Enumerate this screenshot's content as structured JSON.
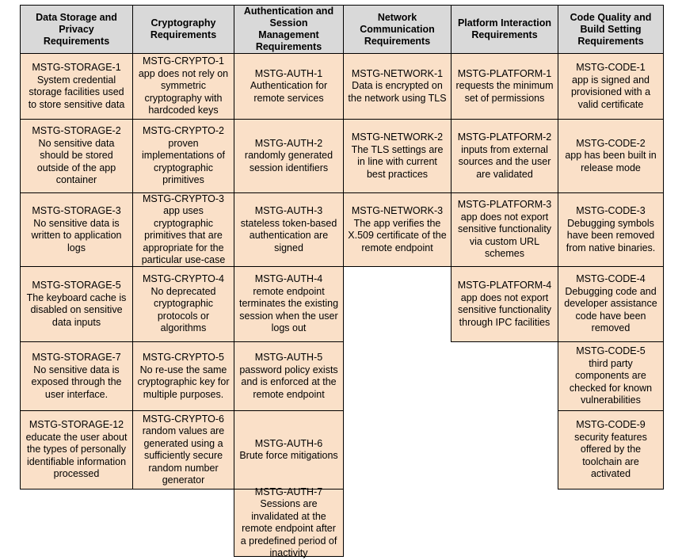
{
  "table": {
    "columns": [
      {
        "header": "Data Storage and Privacy Requirements",
        "cells": [
          {
            "id": "MSTG-STORAGE-1",
            "desc": "System credential storage facilities used to store sensitive data"
          },
          {
            "id": "MSTG-STORAGE-2",
            "desc": "No sensitive data should be stored outside of the app container"
          },
          {
            "id": "MSTG-STORAGE-3",
            "desc": "No sensitive data is written to application logs"
          },
          {
            "id": "MSTG-STORAGE-5",
            "desc": "The keyboard cache is disabled on sensitive data inputs"
          },
          {
            "id": "MSTG-STORAGE-7",
            "desc": "No sensitive data is exposed through the user interface."
          },
          {
            "id": "MSTG-STORAGE-12",
            "desc": "educate the user about the types of personally identifiable information processed"
          }
        ]
      },
      {
        "header": "Cryptography Requirements",
        "cells": [
          {
            "id": "MSTG-CRYPTO-1",
            "desc": "app does not rely on symmetric cryptography with hardcoded keys"
          },
          {
            "id": "MSTG-CRYPTO-2",
            "desc": "proven implementations of cryptographic primitives"
          },
          {
            "id": "MSTG-CRYPTO-3",
            "desc": "app uses cryptographic primitives that are appropriate for the particular use-case"
          },
          {
            "id": "MSTG-CRYPTO-4",
            "desc": "No deprecated cryptographic protocols or algorithms"
          },
          {
            "id": "MSTG-CRYPTO-5",
            "desc": "No re-use the same cryptographic key for multiple purposes."
          },
          {
            "id": "MSTG-CRYPTO-6",
            "desc": "random values are generated using a sufficiently secure random number generator"
          }
        ]
      },
      {
        "header": "Authentication and Session Management Requirements",
        "cells": [
          {
            "id": "MSTG-AUTH-1",
            "desc": "Authentication for remote services"
          },
          {
            "id": "MSTG-AUTH-2",
            "desc": "randomly generated session identifiers"
          },
          {
            "id": "MSTG-AUTH-3",
            "desc": "stateless token-based authentication are signed"
          },
          {
            "id": "MSTG-AUTH-4",
            "desc": "remote endpoint terminates the existing session when the user logs out"
          },
          {
            "id": "MSTG-AUTH-5",
            "desc": "password policy exists and is enforced at the remote endpoint"
          },
          {
            "id": "MSTG-AUTH-6",
            "desc": "Brute force mitigations"
          },
          {
            "id": "MSTG-AUTH-7",
            "desc": "Sessions are invalidated at the remote endpoint after a predefined period of inactivity"
          }
        ]
      },
      {
        "header": "Network Communication Requirements",
        "cells": [
          {
            "id": "MSTG-NETWORK-1",
            "desc": "Data is encrypted on the network using TLS"
          },
          {
            "id": "MSTG-NETWORK-2",
            "desc": "The TLS settings are in line with current best practices"
          },
          {
            "id": "MSTG-NETWORK-3",
            "desc": "The app verifies the X.509 certificate of the remote endpoint"
          }
        ]
      },
      {
        "header": "Platform Interaction Requirements",
        "cells": [
          {
            "id": "MSTG-PLATFORM-1",
            "desc": "requests the minimum set of permissions"
          },
          {
            "id": "MSTG-PLATFORM-2",
            "desc": "inputs from external sources and the user are validated"
          },
          {
            "id": "MSTG-PLATFORM-3",
            "desc": "app does not export sensitive functionality via custom URL schemes"
          },
          {
            "id": "MSTG-PLATFORM-4",
            "desc": "app does not export sensitive functionality through IPC facilities"
          }
        ]
      },
      {
        "header": "Code Quality and Build Setting Requirements",
        "cells": [
          {
            "id": "MSTG-CODE-1",
            "desc": "app is signed and provisioned with a valid certificate"
          },
          {
            "id": "MSTG-CODE-2",
            "desc": "app has been built in release mode"
          },
          {
            "id": "MSTG-CODE-3",
            "desc": "Debugging symbols have been removed from native binaries."
          },
          {
            "id": "MSTG-CODE-4",
            "desc": "Debugging code and developer assistance code have been removed"
          },
          {
            "id": "MSTG-CODE-5",
            "desc": "third party components are checked for known vulnerabilities"
          },
          {
            "id": "MSTG-CODE-9",
            "desc": "security features offered by the toolchain are activated"
          }
        ]
      }
    ]
  },
  "colors": {
    "header_background": "#d9d9d9",
    "cell_background": "#fae0c8",
    "border": "#000000",
    "text": "#000000",
    "page_background": "#ffffff"
  }
}
